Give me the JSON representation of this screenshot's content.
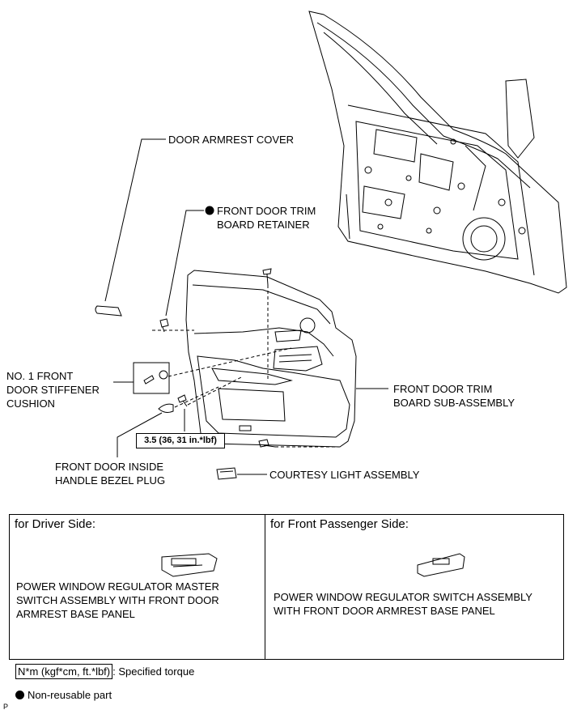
{
  "labels": {
    "armrest_cover": "DOOR ARMREST COVER",
    "trim_retainer": "FRONT DOOR TRIM\nBOARD RETAINER",
    "stiffener_cushion": "NO. 1 FRONT\nDOOR STIFFENER\nCUSHION",
    "trim_board": "FRONT DOOR TRIM\nBOARD SUB-ASSEMBLY",
    "handle_bezel_plug": "FRONT DOOR INSIDE\nHANDLE BEZEL PLUG",
    "courtesy_light": "COURTESY LIGHT ASSEMBLY"
  },
  "torque_spec": "3.5 (36, 31 in.*lbf)",
  "table": {
    "driver": {
      "heading": "for Driver Side:",
      "description": "POWER WINDOW REGULATOR MASTER\nSWITCH ASSEMBLY WITH FRONT DOOR\nARMREST BASE PANEL"
    },
    "passenger": {
      "heading": "for Front Passenger Side:",
      "description": "POWER WINDOW REGULATOR SWITCH ASSEMBLY\nWITH FRONT DOOR ARMREST BASE PANEL"
    }
  },
  "legend": {
    "torque_unit": "N*m (kgf*cm, ft.*lbf)",
    "torque_text": ": Specified torque",
    "nonreusable_text": "Non-reusable part"
  },
  "page_code": "P"
}
